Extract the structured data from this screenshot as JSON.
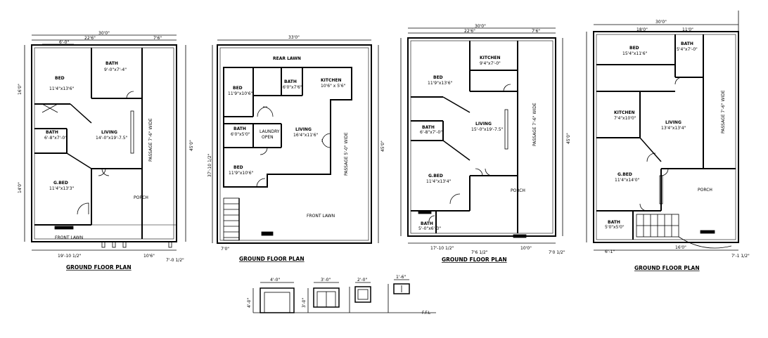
{
  "plans": [
    {
      "id": "plan1",
      "title": "GROUND FLOOR PLAN",
      "labels": {
        "top_total": "30'0\"",
        "top_a": "22'6\"",
        "top_b": "7'6\"",
        "bath_top": "6'-0\"",
        "bed_name": "BED",
        "bed_dim": "11'4\"x13'6\"",
        "bath1_name": "BATH",
        "bath1_dim": "9'-0\"x7'-4\"",
        "bath2_name": "BATH",
        "bath2_dim": "6'-8\"x7'-0\"",
        "living_name": "LIVING",
        "living_dim": "14'-0\"x19'-7.5\"",
        "gbed_name": "G.BED",
        "gbed_dim": "11'4\"x13'3\"",
        "passage": "PASSAGE 7'-6\" WIDE",
        "porch": "PORCH",
        "front_lawn": "FRONT LAWN",
        "right_total": "45'0\"",
        "bottom_a": "19'-10 1/2\"",
        "bottom_b": "10'6\"",
        "bottom_c": "7'-0 1/2\"",
        "side_a": "16'0\"",
        "side_b": "14'0\""
      }
    },
    {
      "id": "plan2",
      "title": "GROUND FLOOR PLAN",
      "labels": {
        "top_total": "33'0\"",
        "rear_lawn": "REAR LAWN",
        "bed1_name": "BED",
        "bed1_dim": "11'9\"x10'6\"",
        "bath1_name": "BATH",
        "bath1_dim": "6'0\"x7'6\"",
        "kitchen_name": "KITCHEN",
        "kitchen_dim": "10'6\" x 5'6\"",
        "bath2_name": "BATH",
        "bath2_dim": "6'0\"x5'0\"",
        "laundry": "LAUNDRY",
        "open": "OPEN",
        "living_name": "LIVING",
        "living_dim": "16'4\"x11'6\"",
        "bed2_name": "BED",
        "bed2_dim": "11'9\"x10'6\"",
        "passage": "PASSAGE 5'-0\" WIDE",
        "front_lawn": "FRONT LAWN",
        "left_total": "37'-10 1/2\"",
        "right_total": "45'0\"",
        "bottom": "7'0\""
      }
    },
    {
      "id": "plan3",
      "title": "GROUND FLOOR PLAN",
      "labels": {
        "top_total": "30'0\"",
        "top_a": "22'6\"",
        "top_b": "7'6\"",
        "bed_name": "BED",
        "bed_dim": "11'9\"x13'6\"",
        "kitchen_name": "KITCHEN",
        "kitchen_dim": "9'4\"x7'-0\"",
        "bath_name": "BATH",
        "bath_dim": "6'-8\"x7'-0\"",
        "living_name": "LIVING",
        "living_dim": "15'-0\"x19'-7.5\"",
        "gbed_name": "G.BED",
        "gbed_dim": "11'4\"x13'4\"",
        "bath2_name": "BATH",
        "bath2_dim": "5'-0\"x6'-3\"",
        "passage": "PASSAGE 7'-6\" WIDE",
        "porch": "PORCH",
        "right_total": "45'0\"",
        "bottom_a": "17'-10 1/2\"",
        "bottom_b": "7'6 1/2\"",
        "bottom_c": "10'0\"",
        "bottom_d": "7'0 1/2\""
      }
    },
    {
      "id": "plan4",
      "title": "GROUND FLOOR PLAN",
      "labels": {
        "top_total": "30'0\"",
        "top_a": "18'0\"",
        "top_b": "11'0\"",
        "bed_name": "BED",
        "bed_dim": "15'4\"x11'6\"",
        "bath1_name": "BATH",
        "bath1_dim": "5'4\"x7'-0\"",
        "kitchen_name": "KITCHEN",
        "kitchen_dim": "7'4\"x10'0\"",
        "living_name": "LIVING",
        "living_dim": "13'4\"x13'4\"",
        "gbed_name": "G.BED",
        "gbed_dim": "11'4\"x14'0\"",
        "bath2_name": "BATH",
        "bath2_dim": "5'0\"x5'0\"",
        "passage": "PASSAGE 7'-6\" WIDE",
        "porch": "PORCH",
        "bottom_a": "6'-1\"",
        "bottom_b": "16'0\"",
        "bottom_c": "7'-1 1/2\""
      }
    }
  ],
  "windows": {
    "w1": "4'-0\"",
    "w2": "3'-0\"",
    "w3": "2'-0\"",
    "w4": "1'-6\"",
    "side1": "4'-0\"",
    "side2": "3'-0\"",
    "ffl": "F.F.L"
  }
}
